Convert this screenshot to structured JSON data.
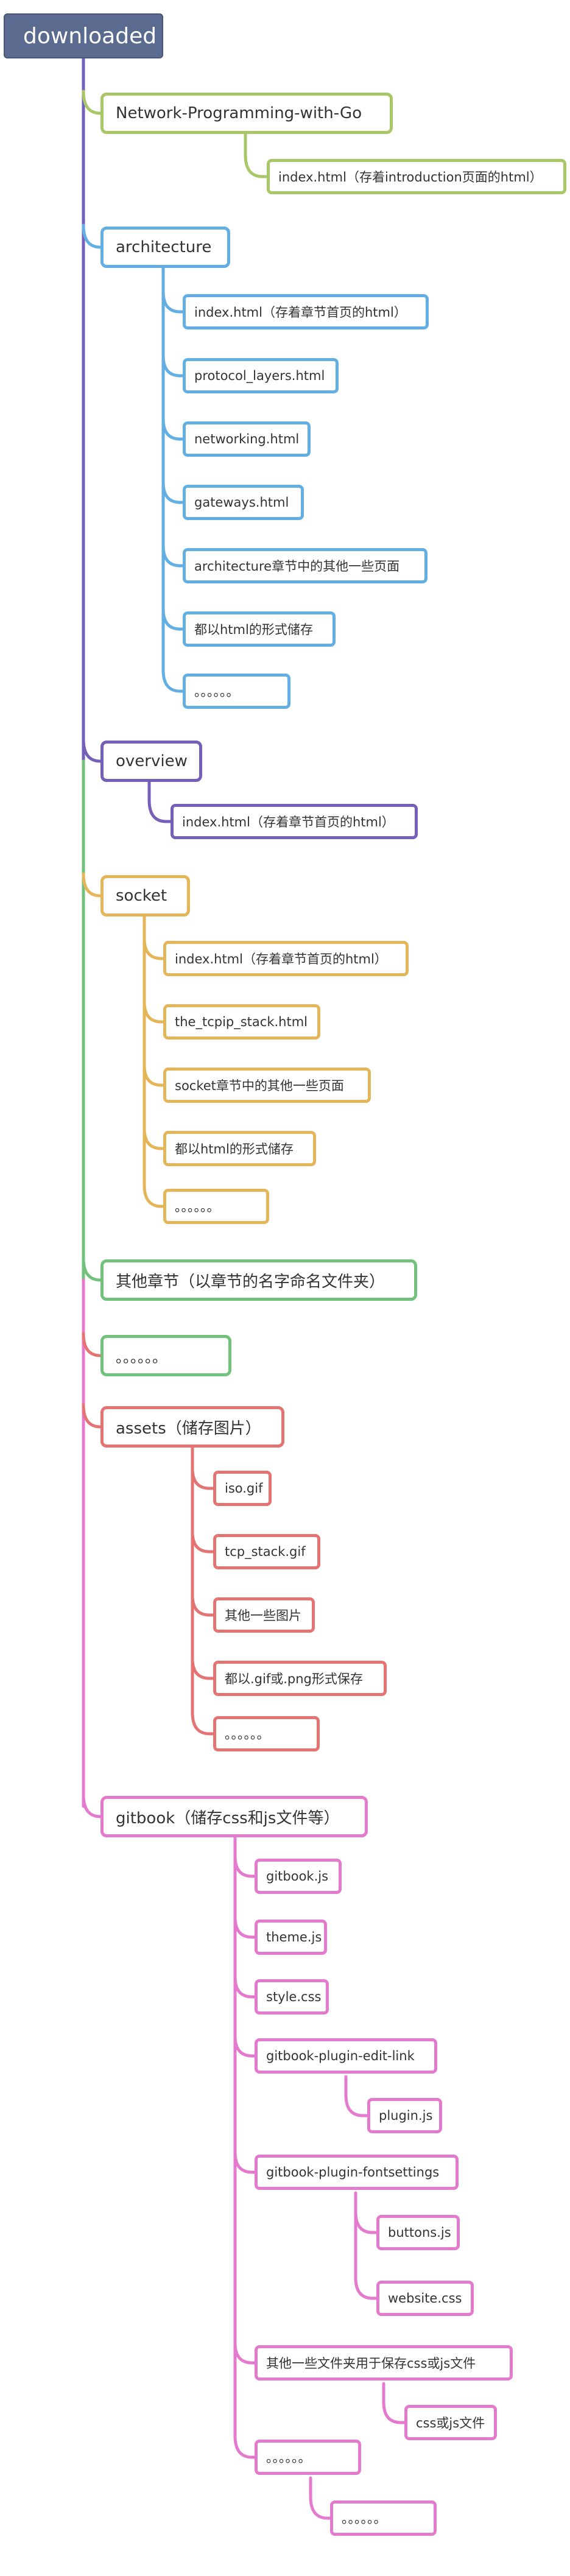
{
  "root": "downloaded",
  "colors": {
    "lime": "#a9c767",
    "blue": "#63aee3",
    "purple": "#7460b8",
    "gold": "#e4b659",
    "green": "#73c27c",
    "red": "#e47474",
    "pink": "#e37acd"
  },
  "branches": [
    {
      "label": "Network-Programming-with-Go",
      "children": [
        {
          "label": "index.html（存着introduction页面的html）"
        }
      ]
    },
    {
      "label": "architecture",
      "children": [
        {
          "label": "index.html（存着章节首页的html）"
        },
        {
          "label": "protocol_layers.html"
        },
        {
          "label": "networking.html"
        },
        {
          "label": "gateways.html"
        },
        {
          "label": "architecture章节中的其他一些页面"
        },
        {
          "label": "都以html的形式储存"
        },
        {
          "label": "。。。。。。"
        }
      ]
    },
    {
      "label": "overview",
      "children": [
        {
          "label": "index.html（存着章节首页的html）"
        }
      ]
    },
    {
      "label": "socket",
      "children": [
        {
          "label": "index.html（存着章节首页的html）"
        },
        {
          "label": "the_tcpip_stack.html"
        },
        {
          "label": "socket章节中的其他一些页面"
        },
        {
          "label": "都以html的形式储存"
        },
        {
          "label": "。。。。。。"
        }
      ]
    },
    {
      "label": "其他章节（以章节的名字命名文件夹）",
      "children": []
    },
    {
      "label": "。。。。。。",
      "children": []
    },
    {
      "label": "assets（储存图片）",
      "children": [
        {
          "label": "iso.gif"
        },
        {
          "label": "tcp_stack.gif"
        },
        {
          "label": "其他一些图片"
        },
        {
          "label": "都以.gif或.png形式保存"
        },
        {
          "label": "。。。。。。"
        }
      ]
    },
    {
      "label": "gitbook（储存css和js文件等）",
      "children": [
        {
          "label": "gitbook.js"
        },
        {
          "label": "theme.js"
        },
        {
          "label": "style.css"
        },
        {
          "label": "gitbook-plugin-edit-link",
          "children": [
            {
              "label": "plugin.js"
            }
          ]
        },
        {
          "label": "gitbook-plugin-fontsettings",
          "children": [
            {
              "label": "buttons.js"
            },
            {
              "label": "website.css"
            }
          ]
        },
        {
          "label": "其他一些文件夹用于保存css或js文件",
          "children": [
            {
              "label": "css或js文件"
            }
          ]
        },
        {
          "label": "。。。。。。",
          "children": [
            {
              "label": "。。。。。。"
            }
          ]
        }
      ]
    }
  ]
}
